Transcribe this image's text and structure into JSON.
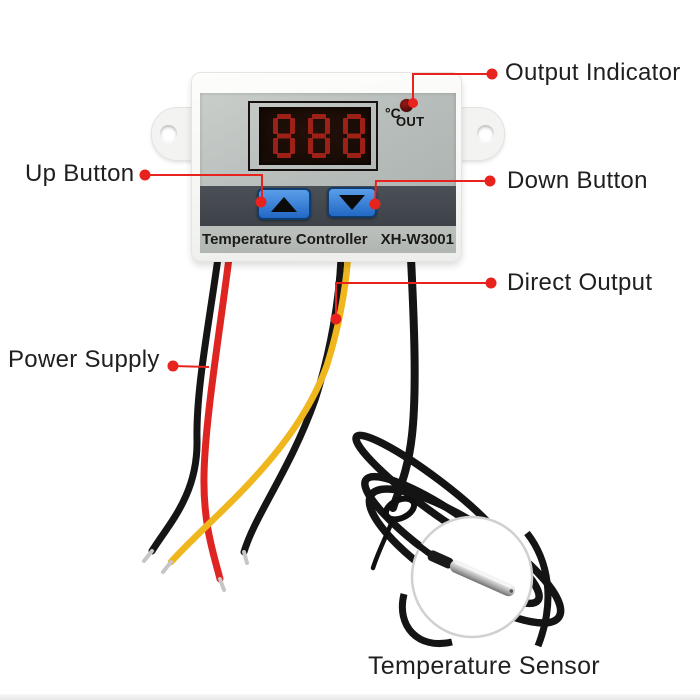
{
  "colors": {
    "annotation": "#e8231e",
    "label_text": "#1f1f1f",
    "display_digit": "#a82318",
    "wire_red": "#df2521",
    "wire_yellow": "#efb71d",
    "wire_black": "#151515",
    "wire_tip_silver": "#c6c6c6",
    "button_blue": "#2f80d9"
  },
  "annotations": {
    "output_indicator": "Output Indicator",
    "up_button": "Up Button",
    "down_button": "Down Button",
    "direct_output": "Direct Output",
    "power_supply": "Power Supply",
    "temperature_sensor": "Temperature Sensor"
  },
  "device": {
    "title": "Temperature Controller",
    "model": "XH-W3001",
    "display": {
      "value": "888",
      "unit": "°C"
    },
    "output_led_label": "OUT",
    "icons": {
      "up": "up-arrow-icon",
      "down": "down-arrow-icon",
      "led": "output-led"
    }
  }
}
